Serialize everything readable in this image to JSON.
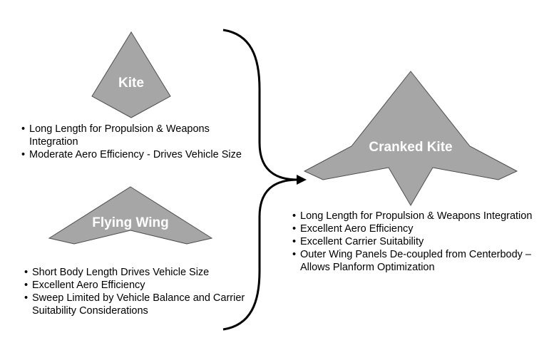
{
  "colors": {
    "shape_fill": "#a6a6a6",
    "shape_stroke": "#4d4d4d",
    "label_text": "#ffffff",
    "connector": "#000000"
  },
  "kite": {
    "label": "Kite",
    "bullets": [
      "Long Length for Propulsion & Weapons Integration",
      "Moderate Aero Efficiency - Drives Vehicle Size"
    ]
  },
  "flying_wing": {
    "label": "Flying Wing",
    "bullets": [
      "Short Body Length Drives Vehicle Size",
      "Excellent Aero Efficiency",
      "Sweep Limited by Vehicle Balance and Carrier Suitability Considerations"
    ]
  },
  "cranked_kite": {
    "label": "Cranked Kite",
    "bullets": [
      "Long Length for Propulsion & Weapons Integration",
      "Excellent Aero Efficiency",
      "Excellent Carrier Suitability",
      "Outer Wing Panels De-coupled from Centerbody – Allows Planform Optimization"
    ]
  }
}
